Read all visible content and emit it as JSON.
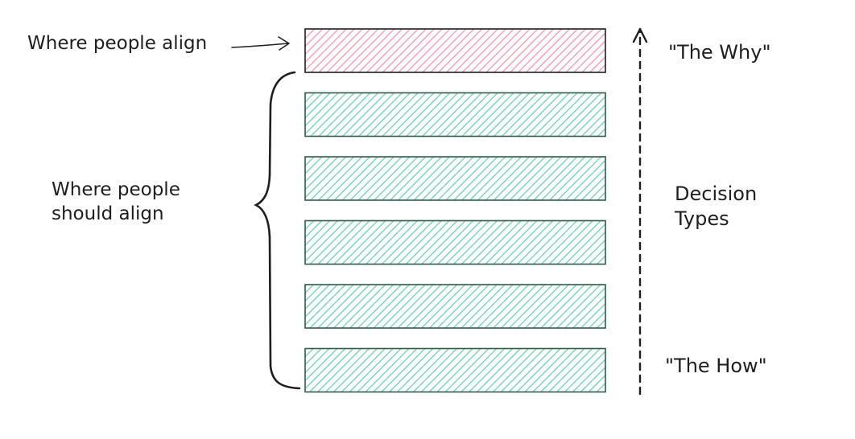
{
  "labels": {
    "aligned": "Where people align",
    "should_align_line1": "Where people",
    "should_align_line2": "should align",
    "top": "\"The Why\"",
    "decision_line1": "Decision",
    "decision_line2": "Types",
    "bottom": "\"The How\""
  },
  "layers": [
    {
      "name": "layer-1",
      "state": "aligned"
    },
    {
      "name": "layer-2",
      "state": "should-align"
    },
    {
      "name": "layer-3",
      "state": "should-align"
    },
    {
      "name": "layer-4",
      "state": "should-align"
    },
    {
      "name": "layer-5",
      "state": "should-align"
    },
    {
      "name": "layer-6",
      "state": "should-align"
    }
  ],
  "colors": {
    "aligned_fill": "#f5a3b8",
    "aligned_stroke": "#1e1e1e",
    "should_fill": "#7fd6b6",
    "should_stroke": "#2f5b48",
    "ink": "#1e1e1e"
  },
  "icons": {
    "pointer": "arrow-right-icon",
    "direction": "dashed-arrow-up-icon",
    "group": "curly-brace-icon"
  }
}
